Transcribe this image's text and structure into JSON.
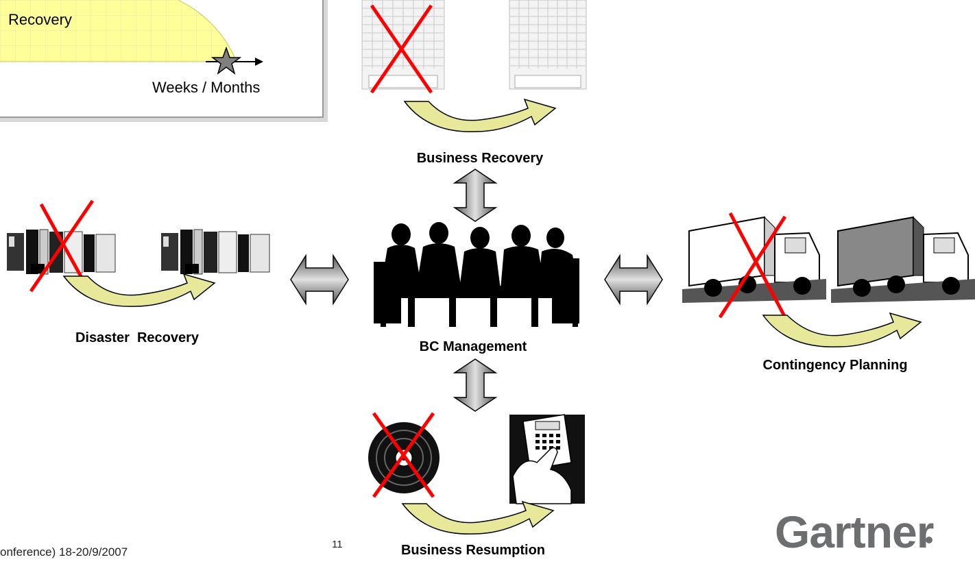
{
  "timeline": {
    "recovery_label": "Recovery",
    "axis_label": "Weeks / Months"
  },
  "nodes": {
    "business_recovery": "Business Recovery",
    "disaster_recovery": "Disaster  Recovery",
    "bc_management": "BC Management",
    "contingency_planning": "Contingency Planning",
    "business_resumption": "Business Resumption"
  },
  "footer": {
    "conference": "onference) 18-20/9/2007",
    "page_number": "11",
    "brand": "Gartner"
  },
  "colors": {
    "curve_fill": "#ffff99",
    "curve_arrow": "#e8e89a",
    "cross": "#ff0000",
    "arrow_gray": "#9a9a9a",
    "brand_gray": "#6d6e70"
  }
}
